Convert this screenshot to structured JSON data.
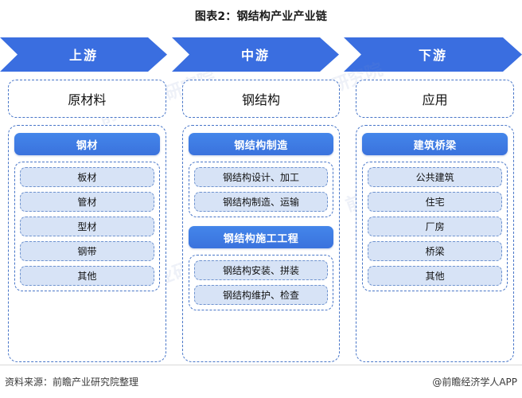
{
  "title": "图表2：钢结构产业产业链",
  "banner": {
    "stages": [
      {
        "label": "上游"
      },
      {
        "label": "中游"
      },
      {
        "label": "下游"
      }
    ]
  },
  "columns": [
    {
      "head": "原材料",
      "groups": [
        {
          "category": "钢材",
          "items": [
            "板材",
            "管材",
            "型材",
            "钢带",
            "其他"
          ]
        }
      ]
    },
    {
      "head": "钢结构",
      "groups": [
        {
          "category": "钢结构制造",
          "items": [
            "钢结构设计、加工",
            "钢结构制造、运输"
          ]
        },
        {
          "category": "钢结构施工工程",
          "items": [
            "钢结构安装、拼装",
            "钢结构维护、检查"
          ]
        }
      ]
    },
    {
      "head": "应用",
      "groups": [
        {
          "category": "建筑桥梁",
          "items": [
            "公共建筑",
            "住宅",
            "厂房",
            "桥梁",
            "其他"
          ]
        }
      ]
    }
  ],
  "footer": {
    "source": "资料来源：前瞻产业研究院整理",
    "brand": "@前瞻经济学人APP"
  },
  "watermark": {
    "text": "前瞻产业研究院"
  },
  "colors": {
    "arrow_blue": "#3a6ee0",
    "category_blue": "#3a7ae4",
    "item_fill": "#d7e3f6",
    "dash_border": "#4876c8"
  }
}
